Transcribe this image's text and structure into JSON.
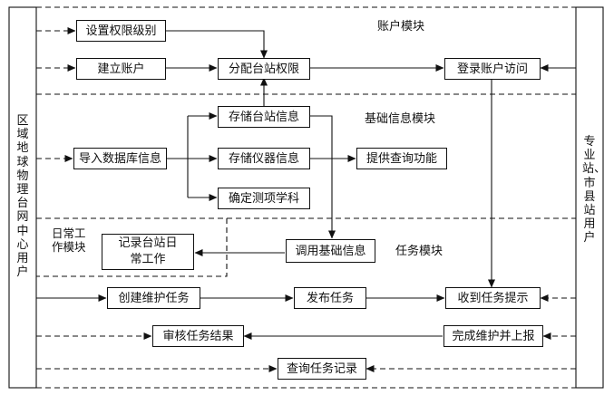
{
  "boxes": {
    "set_permission": "设置权限级别",
    "create_account": "建立账户",
    "assign_station_permission": "分配台站权限",
    "login_account": "登录账户访问",
    "store_station_info": "存储台站信息",
    "store_instrument_info": "存储仪器信息",
    "provide_query": "提供查询功能",
    "import_database": "导入数据库信息",
    "determine_subject": "确定测项学科",
    "record_daily_work": "记录台站日常工作",
    "call_basic_info": "调用基础信息",
    "create_maintenance_task": "创建维护任务",
    "publish_task": "发布任务",
    "receive_task_notice": "收到任务提示",
    "review_task_result": "审核任务结果",
    "complete_and_report": "完成维护并上报",
    "query_task_record": "查询任务记录"
  },
  "modules": {
    "account": "账户模块",
    "basic_info": "基础信息模块",
    "task": "任务模块",
    "daily_work": "日常工作模块"
  },
  "side_bars": {
    "left": "区域地球物理台网中心用户",
    "right": "专业站、市县站用户"
  }
}
